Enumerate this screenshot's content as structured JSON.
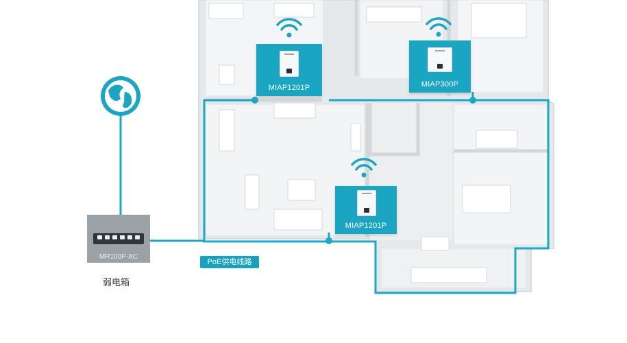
{
  "colors": {
    "accent": "#1aa6c2",
    "line": "#19a9c7",
    "switch": "#9aa1a7",
    "floor": "#e3e6e8",
    "walls": "#f7f8f9"
  },
  "access_points": [
    {
      "label": "MIAP1201P",
      "icon": "wifi-icon"
    },
    {
      "label": "MIAP300P",
      "icon": "wifi-icon"
    },
    {
      "label": "MIAP1201P",
      "icon": "wifi-icon"
    }
  ],
  "switch": {
    "label": "MR100P-AC",
    "icon": "poe-switch-icon",
    "caption": "弱电箱"
  },
  "poe_label": "PoE供电线路",
  "internet_icon": "globe-icon"
}
